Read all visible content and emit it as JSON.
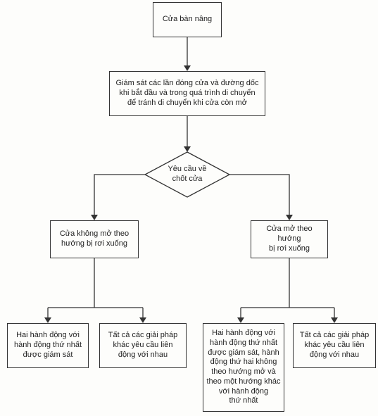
{
  "diagram": {
    "root": "Cửa bàn nâng",
    "monitor": "Giám sát các lần đóng cửa và đường dốc\nkhi bắt đầu và trong quá trình di chuyển\nđể tránh di chuyển khi cửa còn mở",
    "decision": "Yêu cầu về\nchốt cửa",
    "left_branch": {
      "label": "Cửa không mở theo\nhướng bị rơi xuống",
      "option_a": "Hai hành động với\nhành động thứ nhất\nđược giám sát",
      "option_b": "Tất cả các giải pháp\nkhác yêu cầu liên\nđộng với nhau"
    },
    "right_branch": {
      "label": "Cửa mở theo hướng\nbị rơi xuống",
      "option_a": "Hai hành động với\nhành động thứ nhất\nđược giám sát, hành\nđộng thứ hai không\ntheo hướng mở và\ntheo một hướng khác\nvới hành động\nthứ nhất",
      "option_b": "Tất cả các giải pháp\nkhác yêu cầu liên\nđộng với nhau"
    }
  }
}
